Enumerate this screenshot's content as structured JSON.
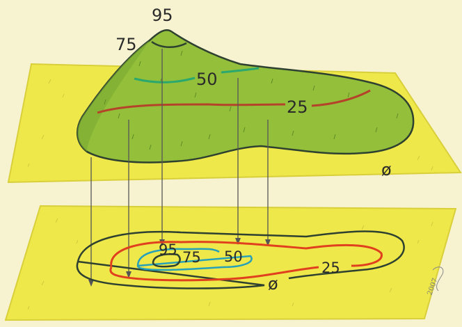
{
  "illustration": {
    "subject": "hill-with-contour-lines-projected-onto-map",
    "colors": {
      "background": "#f7f3d0",
      "plane": "#eee84a",
      "plane_edge": "#d8cf3a",
      "hill": "#93bf3b",
      "hill_dark": "#6a9a2c",
      "outline": "#2e4030",
      "contour_25": "#b5432a",
      "contour_50": "#2aa86e",
      "contour_75": "#2e4030",
      "map_25": "#e0401e",
      "map_50": "#26a0b8",
      "projection_line": "#555555"
    },
    "hill_labels": {
      "peak": "95",
      "c75": "75",
      "c50": "50",
      "c25": "25",
      "base": "ø"
    },
    "map_labels": {
      "peak": "95",
      "c75": "75",
      "c50": "50",
      "c25": "25",
      "base": "ø"
    },
    "signature": "2007"
  }
}
